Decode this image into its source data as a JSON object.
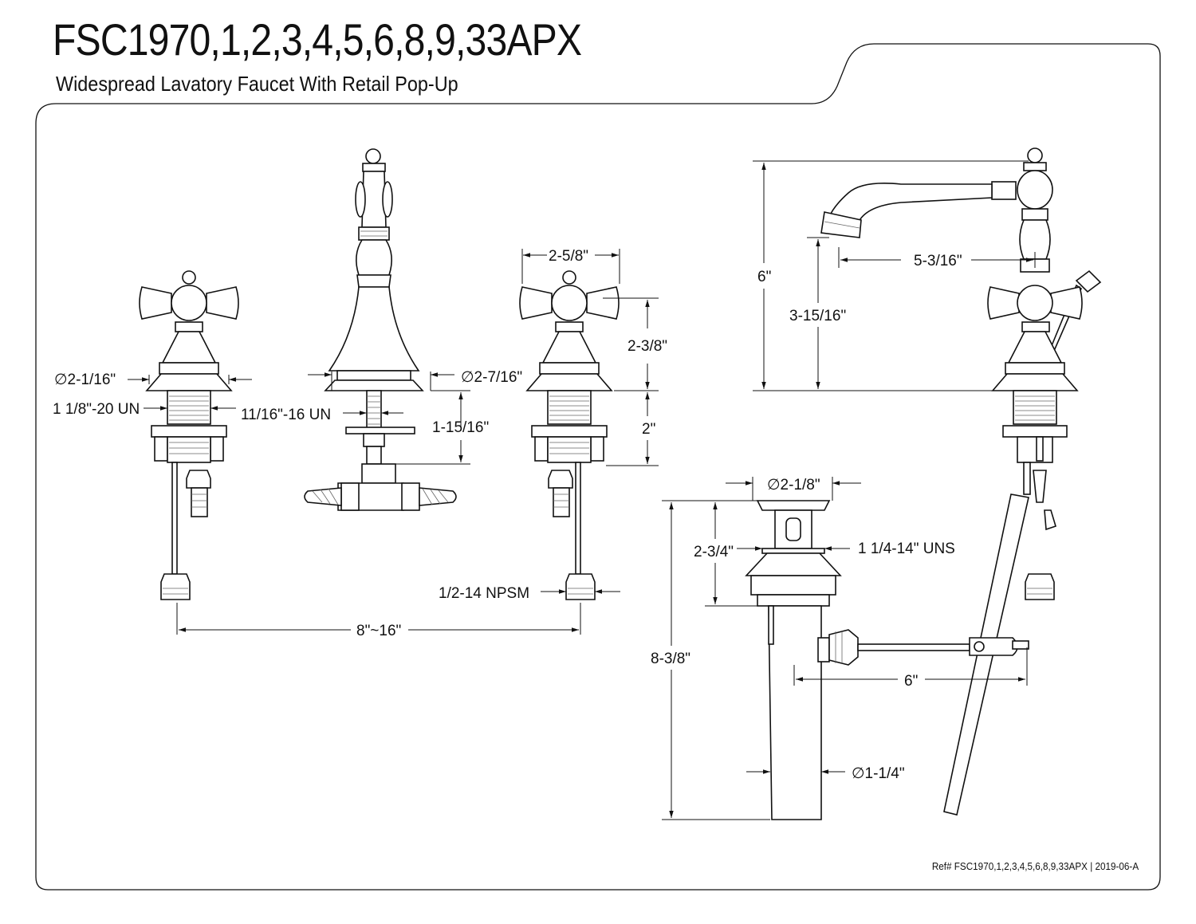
{
  "header": {
    "model": "FSC1970,1,2,3,4,5,6,8,9,33APX",
    "subtitle": "Widespread Lavatory Faucet With Retail Pop-Up"
  },
  "dims": {
    "handle_dia": "∅2-1/16\"",
    "handle_thread": "1 1/8\"-20 UN",
    "spout_thread": "11/16\"-16 UN",
    "spout_base_dia": "∅2-7/16\"",
    "shank_len": "1-15/16\"",
    "handle_width": "2-5/8\"",
    "handle_height": "2-3/8\"",
    "handle_shank": "2\"",
    "supply_thread": "1/2-14 NPSM",
    "spread": "8\"~16\"",
    "overall_height": "6\"",
    "spout_clearance": "3-15/16\"",
    "spout_reach": "5-3/16\"",
    "drain_flange_dia": "∅2-1/8\"",
    "drain_flange_height": "2-3/4\"",
    "drain_thread": "1 1/4-14\" UNS",
    "drain_length": "8-3/8\"",
    "rod_length": "6\"",
    "tail_dia": "∅1-1/4\""
  },
  "footer": {
    "ref": "Ref# FSC1970,1,2,3,4,5,6,8,9,33APX | 2019-06-A"
  }
}
